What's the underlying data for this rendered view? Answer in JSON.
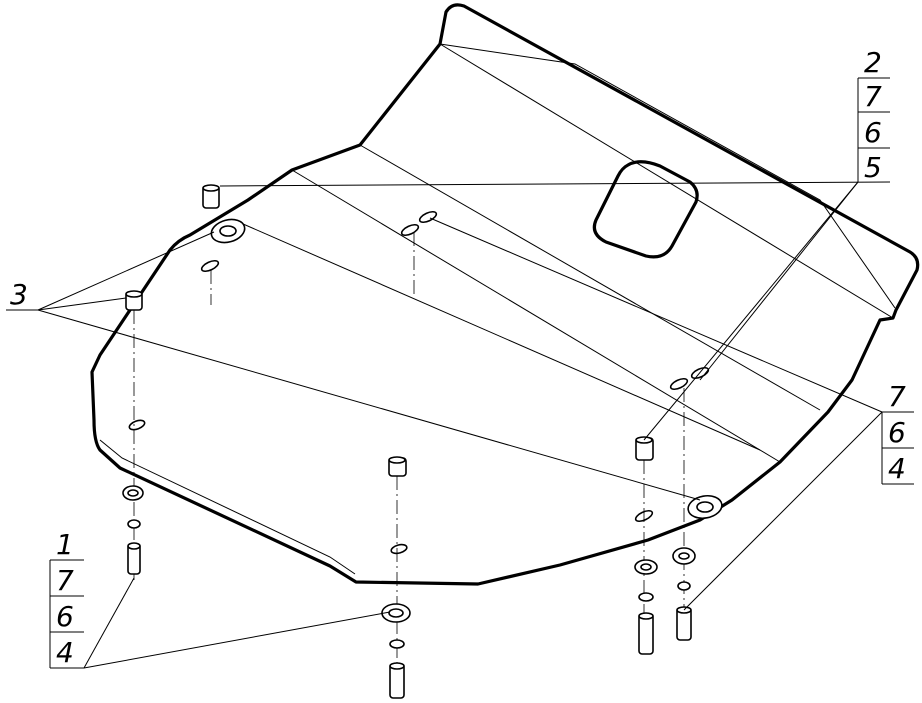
{
  "callouts": {
    "top_right": [
      "2",
      "7",
      "6",
      "5"
    ],
    "left": "3",
    "right": [
      "7",
      "6",
      "4"
    ],
    "bottom_left": [
      "1",
      "7",
      "6",
      "4"
    ]
  }
}
